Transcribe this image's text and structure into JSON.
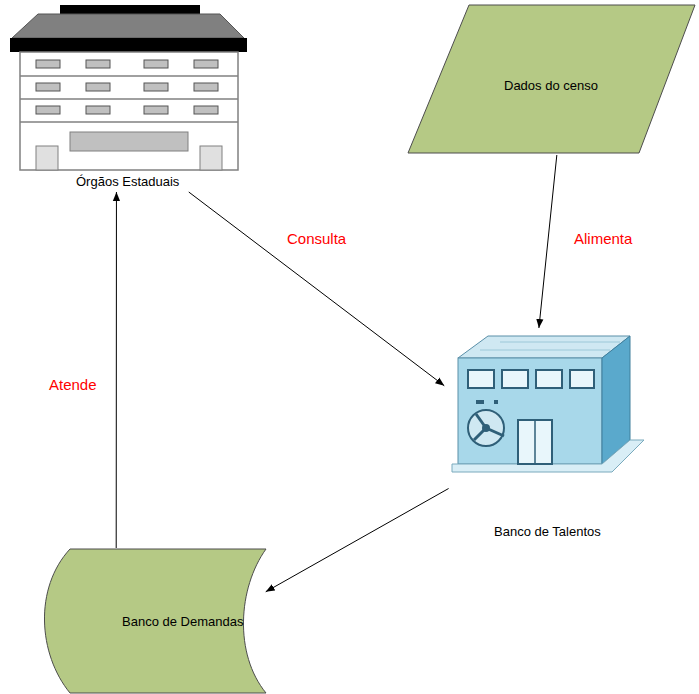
{
  "diagram": {
    "nodes": [
      {
        "text": [
          "Órgãos Estaduais"
        ]
      },
      {
        "text": [
          "Dados do censo"
        ]
      },
      {
        "text": [
          "Banco de Talentos"
        ]
      },
      {
        "text": [
          "Banco de Demandas"
        ]
      }
    ],
    "edges": [
      {
        "from": 0,
        "to": 2,
        "label": "Consulta",
        "arrow": "to"
      },
      {
        "from": 1,
        "to": 2,
        "label": "Alimenta",
        "arrow": "to"
      },
      {
        "from": 2,
        "to": 3,
        "arrow": "to"
      },
      {
        "from": 3,
        "to": 0,
        "label": "Atende",
        "arrow": "to"
      }
    ]
  }
}
